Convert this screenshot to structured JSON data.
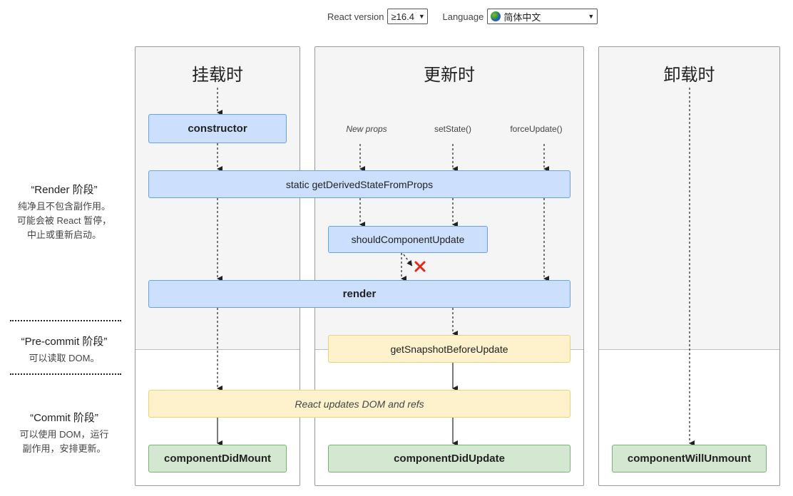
{
  "controls": {
    "version_label": "React version",
    "version_value": "≥16.4",
    "language_label": "Language",
    "language_value": "简体中文"
  },
  "columns": {
    "mount": "挂载时",
    "update": "更新时",
    "unmount": "卸载时"
  },
  "phases": {
    "render": {
      "title": "“Render 阶段”",
      "desc": "纯净且不包含副作用。\n可能会被 React 暂停，\n中止或重新启动。"
    },
    "precommit": {
      "title": "“Pre-commit 阶段”",
      "desc": "可以读取 DOM。"
    },
    "commit": {
      "title": "“Commit 阶段”",
      "desc": "可以使用 DOM，运行\n副作用，安排更新。"
    }
  },
  "triggers": {
    "new_props": "New props",
    "set_state": "setState()",
    "force_update": "forceUpdate()"
  },
  "methods": {
    "constructor": "constructor",
    "get_derived_state": "static getDerivedStateFromProps",
    "should_component_update": "shouldComponentUpdate",
    "render": "render",
    "get_snapshot": "getSnapshotBeforeUpdate",
    "react_updates": "React updates DOM and refs",
    "component_did_mount": "componentDidMount",
    "component_did_update": "componentDidUpdate",
    "component_will_unmount": "componentWillUnmount"
  },
  "icons": {
    "version_dropdown": "chevron-down-icon",
    "language_globe": "globe-icon",
    "skip_render": "red-x-icon"
  },
  "colors": {
    "render_phase_box": "#cce0fd",
    "precommit_box": "#fdf2cc",
    "commit_box": "#d4e8d1",
    "cancel_mark": "#e0291b"
  }
}
